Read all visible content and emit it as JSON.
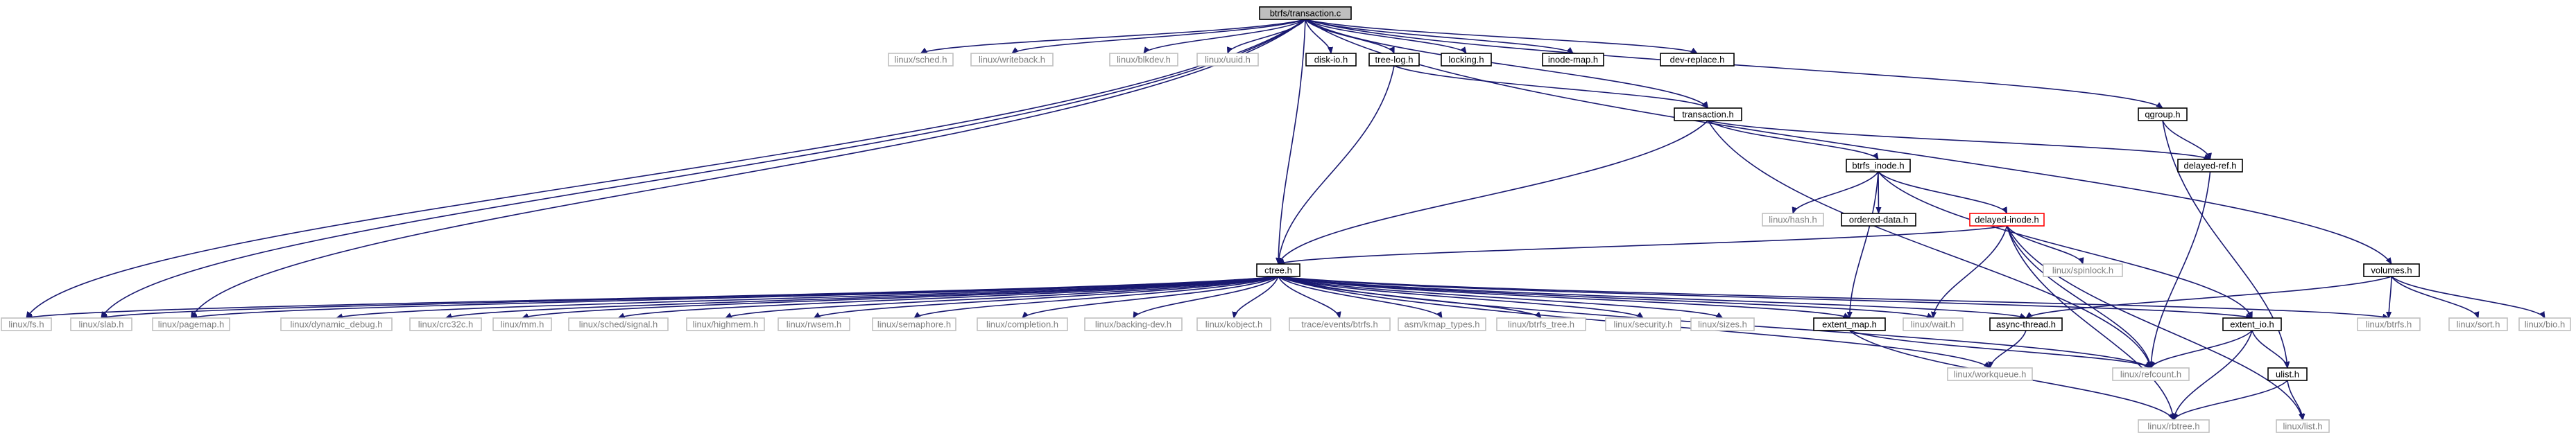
{
  "graph_title": "btrfs/transaction.c",
  "colors": {
    "edge": "#191970",
    "root_fill": "#bfbfbf",
    "root_border": "#000000",
    "documented_border": "#000000",
    "undocumented_border": "#bfbfbf",
    "highlight_border": "#ff0000",
    "undocumented_text": "#7f7f7f",
    "text": "#000000"
  },
  "nodes": [
    {
      "id": "transaction_c",
      "label": "btrfs/transaction.c",
      "kind": "root"
    },
    {
      "id": "linux_sched",
      "label": "linux/sched.h",
      "kind": "external"
    },
    {
      "id": "linux_writeback",
      "label": "linux/writeback.h",
      "kind": "external"
    },
    {
      "id": "linux_blkdev",
      "label": "linux/blkdev.h",
      "kind": "external"
    },
    {
      "id": "linux_uuid",
      "label": "linux/uuid.h",
      "kind": "external"
    },
    {
      "id": "disk_io",
      "label": "disk-io.h",
      "kind": "documented"
    },
    {
      "id": "tree_log",
      "label": "tree-log.h",
      "kind": "documented"
    },
    {
      "id": "locking",
      "label": "locking.h",
      "kind": "documented"
    },
    {
      "id": "inode_map",
      "label": "inode-map.h",
      "kind": "documented"
    },
    {
      "id": "dev_replace",
      "label": "dev-replace.h",
      "kind": "documented"
    },
    {
      "id": "transaction_h",
      "label": "transaction.h",
      "kind": "documented"
    },
    {
      "id": "qgroup",
      "label": "qgroup.h",
      "kind": "documented"
    },
    {
      "id": "btrfs_inode",
      "label": "btrfs_inode.h",
      "kind": "documented"
    },
    {
      "id": "delayed_ref",
      "label": "delayed-ref.h",
      "kind": "documented"
    },
    {
      "id": "linux_hash",
      "label": "linux/hash.h",
      "kind": "external"
    },
    {
      "id": "ordered_data",
      "label": "ordered-data.h",
      "kind": "documented"
    },
    {
      "id": "delayed_inode",
      "label": "delayed-inode.h",
      "kind": "highlight"
    },
    {
      "id": "linux_spinlock",
      "label": "linux/spinlock.h",
      "kind": "external"
    },
    {
      "id": "volumes",
      "label": "volumes.h",
      "kind": "documented"
    },
    {
      "id": "ctree",
      "label": "ctree.h",
      "kind": "documented"
    },
    {
      "id": "linux_fs",
      "label": "linux/fs.h",
      "kind": "external"
    },
    {
      "id": "linux_slab",
      "label": "linux/slab.h",
      "kind": "external"
    },
    {
      "id": "linux_pagemap",
      "label": "linux/pagemap.h",
      "kind": "external"
    },
    {
      "id": "linux_dynamic_debug",
      "label": "linux/dynamic_debug.h",
      "kind": "external"
    },
    {
      "id": "linux_crc32c",
      "label": "linux/crc32c.h",
      "kind": "external"
    },
    {
      "id": "linux_mm",
      "label": "linux/mm.h",
      "kind": "external"
    },
    {
      "id": "linux_sched_signal",
      "label": "linux/sched/signal.h",
      "kind": "external"
    },
    {
      "id": "linux_highmem",
      "label": "linux/highmem.h",
      "kind": "external"
    },
    {
      "id": "linux_rwsem",
      "label": "linux/rwsem.h",
      "kind": "external"
    },
    {
      "id": "linux_semaphore",
      "label": "linux/semaphore.h",
      "kind": "external"
    },
    {
      "id": "linux_completion",
      "label": "linux/completion.h",
      "kind": "external"
    },
    {
      "id": "linux_backing_dev",
      "label": "linux/backing-dev.h",
      "kind": "external"
    },
    {
      "id": "linux_kobject",
      "label": "linux/kobject.h",
      "kind": "external"
    },
    {
      "id": "trace_events_btrfs",
      "label": "trace/events/btrfs.h",
      "kind": "external"
    },
    {
      "id": "asm_kmap_types",
      "label": "asm/kmap_types.h",
      "kind": "external"
    },
    {
      "id": "linux_btrfs_tree",
      "label": "linux/btrfs_tree.h",
      "kind": "external"
    },
    {
      "id": "linux_security",
      "label": "linux/security.h",
      "kind": "external"
    },
    {
      "id": "linux_sizes",
      "label": "linux/sizes.h",
      "kind": "external"
    },
    {
      "id": "extent_map",
      "label": "extent_map.h",
      "kind": "documented"
    },
    {
      "id": "linux_wait",
      "label": "linux/wait.h",
      "kind": "external"
    },
    {
      "id": "async_thread",
      "label": "async-thread.h",
      "kind": "documented"
    },
    {
      "id": "extent_io",
      "label": "extent_io.h",
      "kind": "documented"
    },
    {
      "id": "linux_btrfs",
      "label": "linux/btrfs.h",
      "kind": "external"
    },
    {
      "id": "linux_sort",
      "label": "linux/sort.h",
      "kind": "external"
    },
    {
      "id": "linux_bio",
      "label": "linux/bio.h",
      "kind": "external"
    },
    {
      "id": "linux_workqueue",
      "label": "linux/workqueue.h",
      "kind": "external"
    },
    {
      "id": "linux_refcount",
      "label": "linux/refcount.h",
      "kind": "external"
    },
    {
      "id": "ulist",
      "label": "ulist.h",
      "kind": "documented"
    },
    {
      "id": "linux_rbtree",
      "label": "linux/rbtree.h",
      "kind": "external"
    },
    {
      "id": "linux_list",
      "label": "linux/list.h",
      "kind": "external"
    }
  ],
  "edges": [
    [
      "transaction_c",
      "linux_fs"
    ],
    [
      "transaction_c",
      "linux_slab"
    ],
    [
      "transaction_c",
      "linux_sched"
    ],
    [
      "transaction_c",
      "linux_writeback"
    ],
    [
      "transaction_c",
      "linux_pagemap"
    ],
    [
      "transaction_c",
      "linux_blkdev"
    ],
    [
      "transaction_c",
      "linux_uuid"
    ],
    [
      "transaction_c",
      "ctree"
    ],
    [
      "transaction_c",
      "disk_io"
    ],
    [
      "transaction_c",
      "transaction_h"
    ],
    [
      "transaction_c",
      "locking"
    ],
    [
      "transaction_c",
      "tree_log"
    ],
    [
      "transaction_c",
      "inode_map"
    ],
    [
      "transaction_c",
      "volumes"
    ],
    [
      "transaction_c",
      "dev_replace"
    ],
    [
      "transaction_c",
      "qgroup"
    ],
    [
      "tree_log",
      "ctree"
    ],
    [
      "tree_log",
      "transaction_h"
    ],
    [
      "transaction_h",
      "btrfs_inode"
    ],
    [
      "transaction_h",
      "delayed_ref"
    ],
    [
      "transaction_h",
      "ctree"
    ],
    [
      "transaction_h",
      "linux_refcount"
    ],
    [
      "qgroup",
      "ulist"
    ],
    [
      "qgroup",
      "delayed_ref"
    ],
    [
      "btrfs_inode",
      "linux_hash"
    ],
    [
      "btrfs_inode",
      "extent_map"
    ],
    [
      "btrfs_inode",
      "extent_io"
    ],
    [
      "btrfs_inode",
      "ordered_data"
    ],
    [
      "btrfs_inode",
      "delayed_inode"
    ],
    [
      "delayed_ref",
      "linux_refcount"
    ],
    [
      "delayed_inode",
      "linux_rbtree"
    ],
    [
      "delayed_inode",
      "linux_spinlock"
    ],
    [
      "delayed_inode",
      "linux_wait"
    ],
    [
      "delayed_inode",
      "linux_list"
    ],
    [
      "delayed_inode",
      "linux_refcount"
    ],
    [
      "delayed_inode",
      "ctree"
    ],
    [
      "volumes",
      "linux_bio"
    ],
    [
      "volumes",
      "linux_sort"
    ],
    [
      "volumes",
      "linux_btrfs"
    ],
    [
      "volumes",
      "async_thread"
    ],
    [
      "ctree",
      "linux_mm"
    ],
    [
      "ctree",
      "linux_sched_signal"
    ],
    [
      "ctree",
      "linux_highmem"
    ],
    [
      "ctree",
      "linux_fs"
    ],
    [
      "ctree",
      "linux_rwsem"
    ],
    [
      "ctree",
      "linux_semaphore"
    ],
    [
      "ctree",
      "linux_completion"
    ],
    [
      "ctree",
      "linux_backing_dev"
    ],
    [
      "ctree",
      "linux_wait"
    ],
    [
      "ctree",
      "linux_slab"
    ],
    [
      "ctree",
      "linux_kobject"
    ],
    [
      "ctree",
      "trace_events_btrfs"
    ],
    [
      "ctree",
      "asm_kmap_types"
    ],
    [
      "ctree",
      "linux_pagemap"
    ],
    [
      "ctree",
      "linux_btrfs"
    ],
    [
      "ctree",
      "linux_btrfs_tree"
    ],
    [
      "ctree",
      "linux_workqueue"
    ],
    [
      "ctree",
      "linux_security"
    ],
    [
      "ctree",
      "linux_sizes"
    ],
    [
      "ctree",
      "linux_dynamic_debug"
    ],
    [
      "ctree",
      "linux_refcount"
    ],
    [
      "ctree",
      "linux_crc32c"
    ],
    [
      "ctree",
      "extent_io"
    ],
    [
      "ctree",
      "extent_map"
    ],
    [
      "ctree",
      "async_thread"
    ],
    [
      "extent_map",
      "linux_rbtree"
    ],
    [
      "extent_map",
      "linux_refcount"
    ],
    [
      "async_thread",
      "linux_workqueue"
    ],
    [
      "extent_io",
      "linux_rbtree"
    ],
    [
      "extent_io",
      "linux_refcount"
    ],
    [
      "extent_io",
      "ulist"
    ],
    [
      "ulist",
      "linux_list"
    ],
    [
      "ulist",
      "linux_rbtree"
    ]
  ]
}
